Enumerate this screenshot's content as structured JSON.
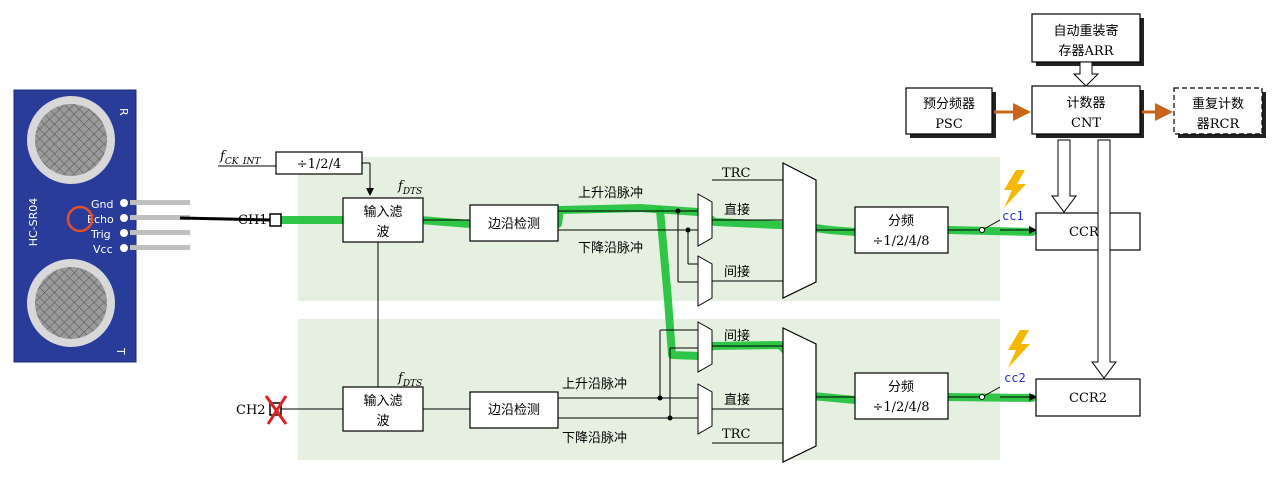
{
  "sensor": {
    "model": "HC-SR04",
    "r_label": "R",
    "t_label": "T",
    "pins": [
      "Gnd",
      "Echo",
      "Trig",
      "Vcc"
    ]
  },
  "clock": {
    "f": "f",
    "ck_sub": "CK_INT",
    "divider": "÷1/2/4"
  },
  "fdts": {
    "f": "f",
    "sub": "DTS"
  },
  "channels": {
    "ch1": "CH1",
    "ch2": "CH2"
  },
  "input_filter": {
    "line1": "输入滤",
    "line2": "波"
  },
  "edge_detect": "边沿检测",
  "rising": "上升沿脉冲",
  "falling": "下降沿脉冲",
  "mux": {
    "trc": "TRC",
    "direct": "直接",
    "indirect": "间接"
  },
  "prescaler": {
    "line1": "分频",
    "line2": "÷1/2/4/8"
  },
  "cc": {
    "cc1": "cc1",
    "cc2": "cc2"
  },
  "ccr": {
    "ccr1": "CCR1",
    "ccr2": "CCR2"
  },
  "arr": {
    "line1": "自动重装寄",
    "line2": "存器ARR"
  },
  "cnt": {
    "line1": "计数器",
    "line2": "CNT"
  },
  "psc": {
    "line1": "预分频器",
    "line2": "PSC"
  },
  "rcr": {
    "line1": "重复计数",
    "line2": "器RCR"
  },
  "colors": {
    "highlight": "#1fc23a",
    "panel": "#e6f0e0",
    "sensor_blue": "#2a3c9a",
    "arrow_orange": "#c8651b",
    "bolt": "#f5b800",
    "cross": "#e02020"
  }
}
